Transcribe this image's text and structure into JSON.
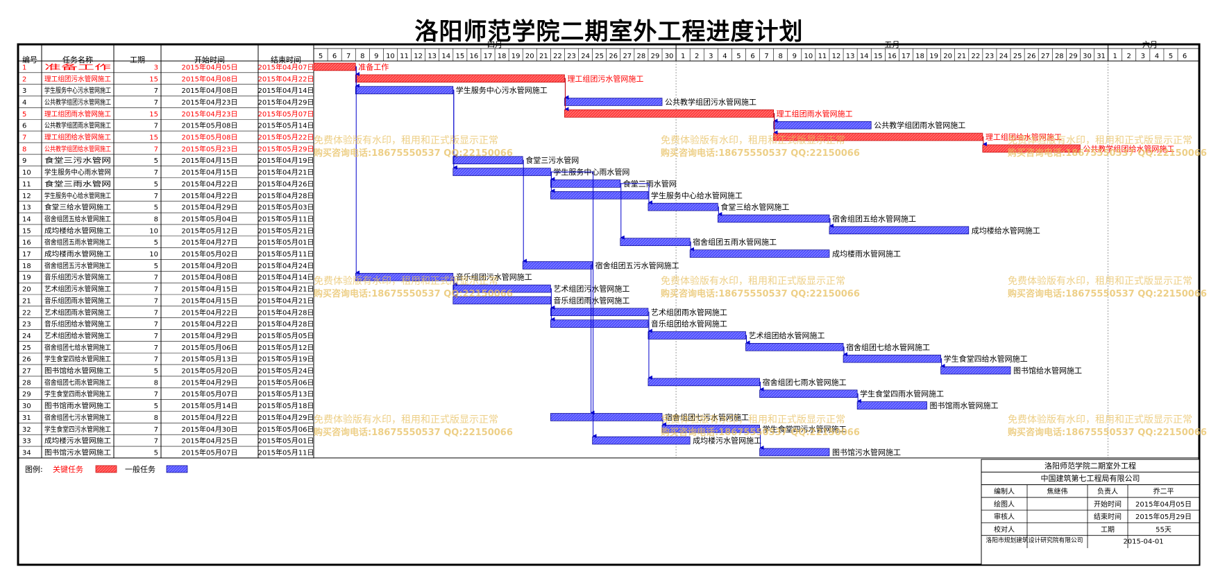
{
  "title": "洛阳师范学院二期室外工程进度计划",
  "headers": {
    "no": "编号",
    "name": "任务名称",
    "duration": "工期",
    "start": "开始时间",
    "end": "结束时间",
    "month_april": "四月",
    "month_may": "五月",
    "month_june": "六月"
  },
  "days": {
    "april": [
      5,
      6,
      7,
      8,
      9,
      10,
      11,
      12,
      13,
      14,
      15,
      16,
      17,
      18,
      19,
      20,
      21,
      22,
      23,
      24,
      25,
      26,
      27,
      28,
      29,
      30
    ],
    "may": [
      1,
      2,
      3,
      4,
      5,
      6,
      7,
      8,
      9,
      10,
      11,
      12,
      13,
      14,
      15,
      16,
      17,
      18,
      19,
      20,
      21,
      22,
      23,
      24,
      25,
      26,
      27,
      28,
      29,
      30,
      31
    ],
    "june": [
      1,
      2,
      3,
      4,
      5,
      6
    ]
  },
  "colors": {
    "critical": "#ff4040",
    "normal": "#5050ff",
    "critical_text": "#ff0000",
    "watermark": "#e8c060",
    "link": "#0000cc"
  },
  "chart_data": {
    "type": "gantt",
    "timeline_start": "2015-04-05",
    "timeline_end": "2015-06-06",
    "tasks": [
      {
        "id": 1,
        "name": "准备工作",
        "label": "准备工作",
        "duration": 3,
        "start": "2015年04月05日",
        "end": "2015年04月07日",
        "critical": true
      },
      {
        "id": 2,
        "name": "理工组团污水管网施工",
        "label": "理工组团污水管网施工",
        "duration": 15,
        "start": "2015年04月08日",
        "end": "2015年04月22日",
        "critical": true
      },
      {
        "id": 3,
        "name": "学生服务中心污水管网施工",
        "label": "学生服务中心污水管网施工",
        "duration": 7,
        "start": "2015年04月08日",
        "end": "2015年04月14日",
        "critical": false
      },
      {
        "id": 4,
        "name": "公共教学组团污水管网施工",
        "label": "公共教学组团污水管网施工",
        "duration": 7,
        "start": "2015年04月23日",
        "end": "2015年04月29日",
        "critical": false
      },
      {
        "id": 5,
        "name": "理工组团雨水管网施工",
        "label": "理工组团雨水管网施工",
        "duration": 15,
        "start": "2015年04月23日",
        "end": "2015年05月07日",
        "critical": true
      },
      {
        "id": 6,
        "name": "公共教学组团雨水管网施工",
        "label": "公共教学组团雨水管网施工",
        "duration": 7,
        "start": "2015年05月08日",
        "end": "2015年05月14日",
        "critical": false
      },
      {
        "id": 7,
        "name": "理工组团给水管网施工",
        "label": "理工组团给水管网施工",
        "duration": 15,
        "start": "2015年05月08日",
        "end": "2015年05月22日",
        "critical": true
      },
      {
        "id": 8,
        "name": "公共教学组团给水管网施工",
        "label": "公共教学组团给水管网施工",
        "duration": 7,
        "start": "2015年05月23日",
        "end": "2015年05月29日",
        "critical": true
      },
      {
        "id": 9,
        "name": "食堂三污水管网",
        "label": "食堂三污水管网",
        "duration": 5,
        "start": "2015年04月15日",
        "end": "2015年04月19日",
        "critical": false
      },
      {
        "id": 10,
        "name": "学生服务中心雨水管网",
        "label": "学生服务中心雨水管网",
        "duration": 7,
        "start": "2015年04月15日",
        "end": "2015年04月21日",
        "critical": false
      },
      {
        "id": 11,
        "name": "食堂三雨水管网",
        "label": "食堂三雨水管网",
        "duration": 5,
        "start": "2015年04月22日",
        "end": "2015年04月26日",
        "critical": false
      },
      {
        "id": 12,
        "name": "学生服务中心给水管网施工",
        "label": "学生服务中心给水管网施工",
        "duration": 7,
        "start": "2015年04月22日",
        "end": "2015年04月28日",
        "critical": false
      },
      {
        "id": 13,
        "name": "食堂三给水管网施工",
        "label": "食堂三给水管网施工",
        "duration": 5,
        "start": "2015年04月29日",
        "end": "2015年05月03日",
        "critical": false
      },
      {
        "id": 14,
        "name": "宿舍组团五给水管网施工",
        "label": "宿舍组团五给水管网施工",
        "duration": 8,
        "start": "2015年05月04日",
        "end": "2015年05月11日",
        "critical": false
      },
      {
        "id": 15,
        "name": "成均楼给水管网施工",
        "label": "成均楼给水管网施工",
        "duration": 10,
        "start": "2015年05月12日",
        "end": "2015年05月21日",
        "critical": false
      },
      {
        "id": 16,
        "name": "宿舍组团五雨水管网施工",
        "label": "宿舍组团五雨水管网施工",
        "duration": 5,
        "start": "2015年04月27日",
        "end": "2015年05月01日",
        "critical": false
      },
      {
        "id": 17,
        "name": "成均楼雨水管网施工",
        "label": "成均楼雨水管网施工",
        "duration": 10,
        "start": "2015年05月02日",
        "end": "2015年05月11日",
        "critical": false
      },
      {
        "id": 18,
        "name": "宿舍组团五污水管网施工",
        "label": "宿舍组团五污水管网施工",
        "duration": 5,
        "start": "2015年04月20日",
        "end": "2015年04月24日",
        "critical": false
      },
      {
        "id": 19,
        "name": "音乐组团污水管网施工",
        "label": "音乐组团污水管网施工",
        "duration": 7,
        "start": "2015年04月08日",
        "end": "2015年04月14日",
        "critical": false
      },
      {
        "id": 20,
        "name": "艺术组团污水管网施工",
        "label": "艺术组团污水管网施工",
        "duration": 7,
        "start": "2015年04月15日",
        "end": "2015年04月21日",
        "critical": false
      },
      {
        "id": 21,
        "name": "音乐组团雨水管网施工",
        "label": "音乐组团雨水管网施工",
        "duration": 7,
        "start": "2015年04月15日",
        "end": "2015年04月21日",
        "critical": false
      },
      {
        "id": 22,
        "name": "艺术组团雨水管网施工",
        "label": "艺术组团雨水管网施工",
        "duration": 7,
        "start": "2015年04月22日",
        "end": "2015年04月28日",
        "critical": false
      },
      {
        "id": 23,
        "name": "音乐组团给水管网施工",
        "label": "音乐组团给水管网施工",
        "duration": 7,
        "start": "2015年04月22日",
        "end": "2015年04月28日",
        "critical": false
      },
      {
        "id": 24,
        "name": "艺术组团给水管网施工",
        "label": "艺术组团给水管网施工",
        "duration": 7,
        "start": "2015年04月29日",
        "end": "2015年05月05日",
        "critical": false
      },
      {
        "id": 25,
        "name": "宿舍组团七给水管网施工",
        "label": "宿舍组团七给水管网施工",
        "duration": 7,
        "start": "2015年05月06日",
        "end": "2015年05月12日",
        "critical": false
      },
      {
        "id": 26,
        "name": "学生食堂四给水管网施工",
        "label": "学生食堂四给水管网施工",
        "duration": 7,
        "start": "2015年05月13日",
        "end": "2015年05月19日",
        "critical": false
      },
      {
        "id": 27,
        "name": "图书馆给水管网施工",
        "label": "图书馆给水管网施工",
        "duration": 5,
        "start": "2015年05月20日",
        "end": "2015年05月24日",
        "critical": false
      },
      {
        "id": 28,
        "name": "宿舍组团七雨水管网施工",
        "label": "宿舍组团七雨水管网施工",
        "duration": 8,
        "start": "2015年04月29日",
        "end": "2015年05月06日",
        "critical": false
      },
      {
        "id": 29,
        "name": "学生食堂四雨水管网施工",
        "label": "学生食堂四雨水管网施工",
        "duration": 7,
        "start": "2015年05月07日",
        "end": "2015年05月13日",
        "critical": false
      },
      {
        "id": 30,
        "name": "图书馆雨水管网施工",
        "label": "图书馆雨水管网施工",
        "duration": 5,
        "start": "2015年05月14日",
        "end": "2015年05月18日",
        "critical": false
      },
      {
        "id": 31,
        "name": "宿舍组团七污水管网施工",
        "label": "宿舍组团七污水管网施工",
        "duration": 8,
        "start": "2015年04月22日",
        "end": "2015年04月29日",
        "critical": false
      },
      {
        "id": 32,
        "name": "学生食堂四污水管网施工",
        "label": "学生食堂四污水管网施工",
        "duration": 7,
        "start": "2015年04月30日",
        "end": "2015年05月06日",
        "critical": false
      },
      {
        "id": 33,
        "name": "成均楼污水管网施工",
        "label": "成均楼污水管网施工",
        "duration": 7,
        "start": "2015年04月25日",
        "end": "2015年05月01日",
        "critical": false
      },
      {
        "id": 34,
        "name": "图书馆污水管网施工",
        "label": "图书馆污水管网施工",
        "duration": 5,
        "start": "2015年05月07日",
        "end": "2015年05月11日",
        "critical": false
      }
    ],
    "links": [
      [
        1,
        2
      ],
      [
        1,
        3
      ],
      [
        1,
        19
      ],
      [
        2,
        4
      ],
      [
        2,
        5
      ],
      [
        3,
        9
      ],
      [
        3,
        10
      ],
      [
        5,
        6
      ],
      [
        5,
        7
      ],
      [
        7,
        8
      ],
      [
        9,
        18
      ],
      [
        10,
        11
      ],
      [
        10,
        12
      ],
      [
        11,
        13
      ],
      [
        11,
        16
      ],
      [
        13,
        14
      ],
      [
        14,
        15
      ],
      [
        16,
        17
      ],
      [
        18,
        31
      ],
      [
        19,
        20
      ],
      [
        19,
        21
      ],
      [
        20,
        22
      ],
      [
        21,
        23
      ],
      [
        22,
        28
      ],
      [
        23,
        24
      ],
      [
        24,
        25
      ],
      [
        25,
        26
      ],
      [
        26,
        27
      ],
      [
        28,
        29
      ],
      [
        29,
        30
      ],
      [
        31,
        32
      ],
      [
        32,
        34
      ],
      [
        10,
        33
      ]
    ]
  },
  "legend": {
    "label": "图例:",
    "critical": "关键任务",
    "normal": "一般任务"
  },
  "info": {
    "project": "洛阳师范学院二期室外工程",
    "company": "中国建筑第七工程局有限公司",
    "rows": [
      [
        "编制人",
        "焦继伟",
        "负责人",
        "乔二平"
      ],
      [
        "绘图人",
        "",
        "开始时间",
        "2015年04月05日"
      ],
      [
        "审核人",
        "",
        "结束时间",
        "2015年05月29日"
      ],
      [
        "校对人",
        "",
        "工期",
        "55天"
      ]
    ],
    "designer": "洛阳市规划建筑设计研究院有限公司",
    "date": "2015-04-01"
  },
  "watermark": {
    "line1": "免费体验版有水印，租用和正式版显示正常",
    "line2": "购买咨询电话:18675550537 QQ:22150066"
  }
}
